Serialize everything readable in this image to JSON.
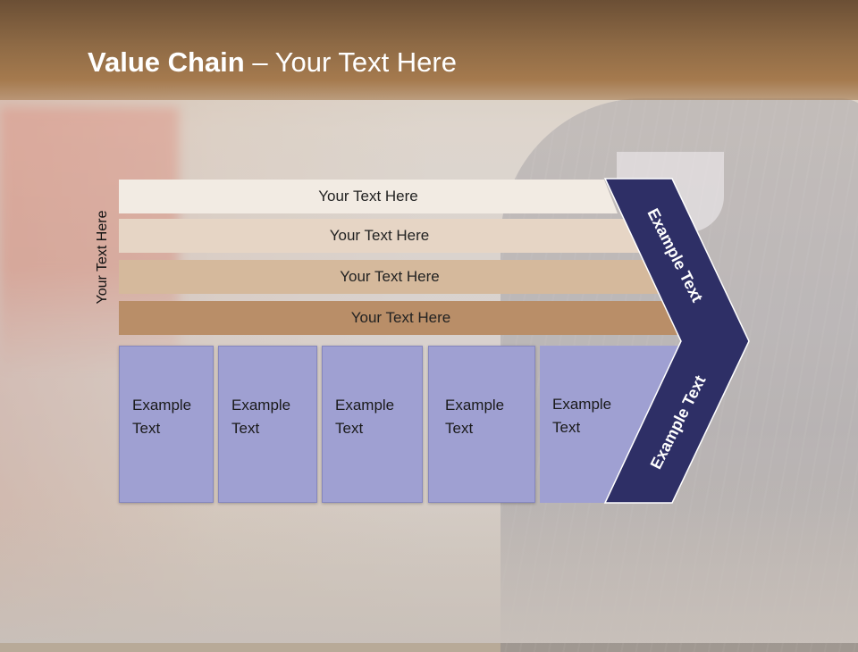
{
  "slide": {
    "title_bold": "Value Chain",
    "title_rest": " – Your Text Here"
  },
  "side_label": "Your Text Here",
  "bars": [
    {
      "label": "Your Text Here",
      "color": "#f2ebe3"
    },
    {
      "label": "Your Text Here",
      "color": "#e6d5c5"
    },
    {
      "label": "Your Text Here",
      "color": "#d5b99c"
    },
    {
      "label": "Your Text Here",
      "color": "#b98e68"
    }
  ],
  "columns": [
    {
      "line1": "Example",
      "line2": "Text"
    },
    {
      "line1": "Example",
      "line2": "Text"
    },
    {
      "line1": "Example",
      "line2": "Text"
    },
    {
      "line1": "Example",
      "line2": "Text"
    },
    {
      "line1": "Example",
      "line2": "Text"
    }
  ],
  "chevron": {
    "upper_text": "Example Text",
    "lower_text": "Example Text",
    "color": "#2e2f66"
  },
  "colors": {
    "header": "#8e6a45",
    "column_fill": "#9fa0d2"
  }
}
